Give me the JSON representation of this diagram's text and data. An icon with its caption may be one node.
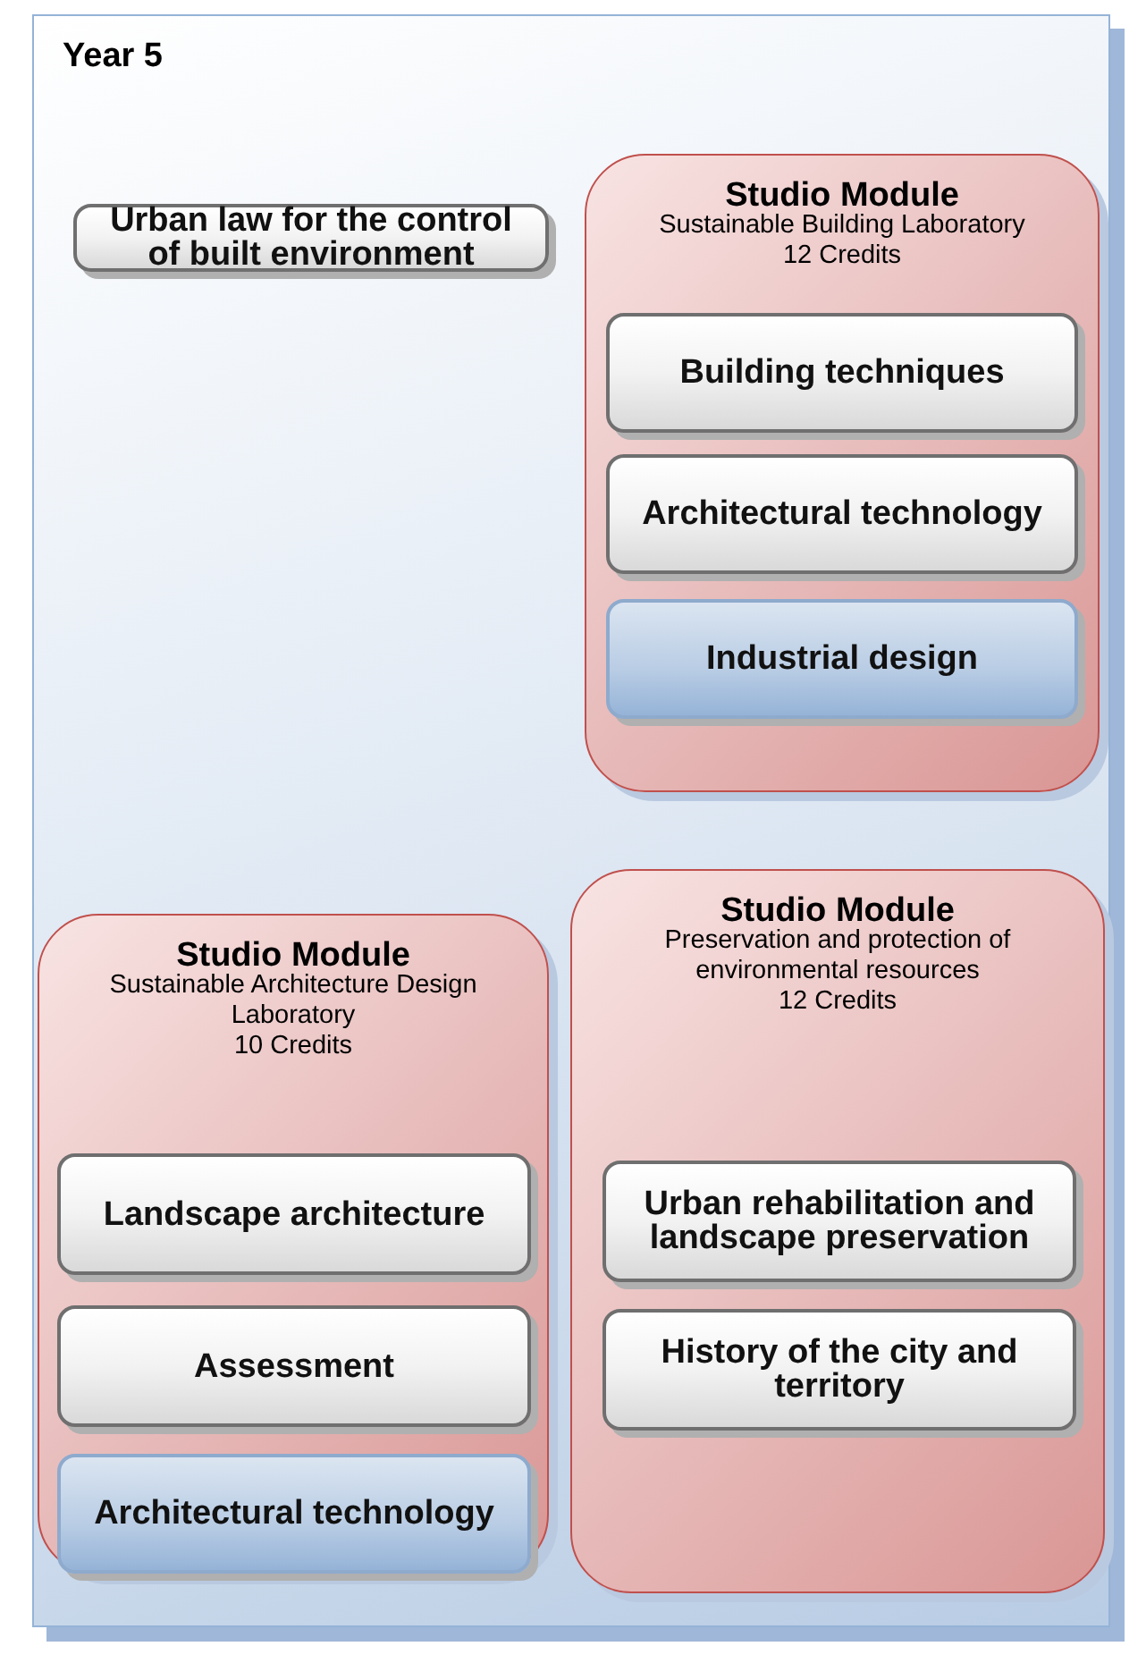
{
  "diagram": {
    "nodes": [
      {
        "text": [
          "Year 5"
        ]
      },
      {
        "text": [
          "Urban law for the control of built environment"
        ],
        "in": 0
      },
      {
        "text": [
          "Studio Module",
          "Sustainable Building Laboratory",
          "12 Credits"
        ],
        "in": 0
      },
      {
        "text": [
          "Building techniques"
        ],
        "in": 2
      },
      {
        "text": [
          "Architectural technology"
        ],
        "in": 2
      },
      {
        "text": [
          "Industrial design"
        ],
        "in": 2
      },
      {
        "text": [
          "Studio Module",
          "Sustainable Architecture Design Laboratory",
          "10 Credits"
        ],
        "in": 0
      },
      {
        "text": [
          "Landscape architecture"
        ],
        "in": 6
      },
      {
        "text": [
          "Assessment"
        ],
        "in": 6
      },
      {
        "text": [
          "Architectural technology"
        ],
        "in": 6
      },
      {
        "text": [
          "Studio Module",
          "Preservation and protection of environmental resources",
          "12 Credits"
        ],
        "in": 0
      },
      {
        "text": [
          "Urban rehabilitation and landscape preservation"
        ],
        "in": 10
      },
      {
        "text": [
          "History of the city and territory"
        ],
        "in": 10
      }
    ]
  }
}
